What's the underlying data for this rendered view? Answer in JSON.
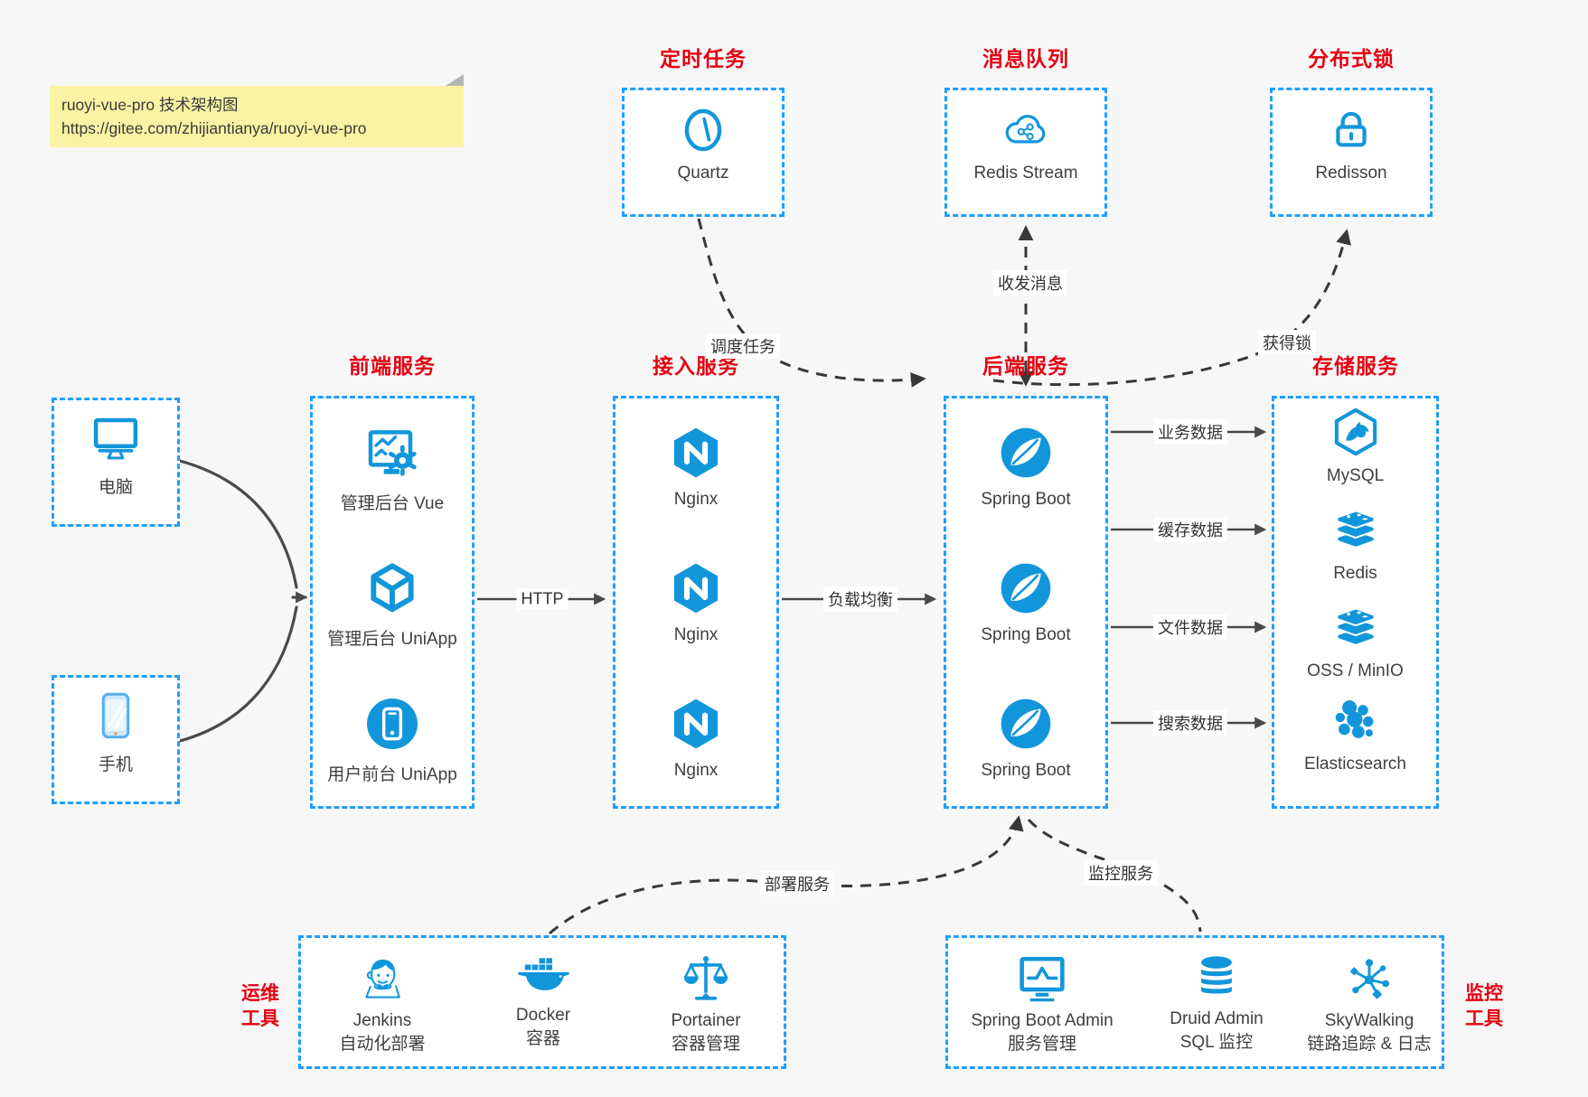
{
  "note": {
    "line1": "ruoyi-vue-pro 技术架构图",
    "line2": "https://gitee.com/zhijiantianya/ruoyi-vue-pro"
  },
  "colors": {
    "box_border": "#1e9fff",
    "icon_blue": "#1296db",
    "title_red": "#e60012",
    "arrow_solid": "#4a4a4a",
    "arrow_dashed": "#383838",
    "note_bg": "#fbf3a4",
    "canvas_bg": "#f7f7f7"
  },
  "scheduler": {
    "title": "定时任务",
    "item": {
      "label": "Quartz",
      "icon": "clock-icon"
    }
  },
  "mq": {
    "title": "消息队列",
    "item": {
      "label": "Redis Stream",
      "icon": "cloud-share-icon"
    }
  },
  "lock": {
    "title": "分布式锁",
    "item": {
      "label": "Redisson",
      "icon": "lock-icon"
    }
  },
  "clients": {
    "items": [
      {
        "label": "电脑",
        "icon": "desktop-icon"
      },
      {
        "label": "手机",
        "icon": "phone-icon"
      }
    ]
  },
  "frontend": {
    "title": "前端服务",
    "items": [
      {
        "label": "管理后台 Vue",
        "icon": "admin-vue-icon"
      },
      {
        "label": "管理后台 UniApp",
        "icon": "uniapp-cube-icon"
      },
      {
        "label": "用户前台 UniApp",
        "icon": "mobile-app-circle-icon"
      }
    ]
  },
  "gateway": {
    "title": "接入服务",
    "items": [
      {
        "label": "Nginx",
        "icon": "nginx-icon"
      },
      {
        "label": "Nginx",
        "icon": "nginx-icon"
      },
      {
        "label": "Nginx",
        "icon": "nginx-icon"
      }
    ]
  },
  "backend": {
    "title": "后端服务",
    "items": [
      {
        "label": "Spring Boot",
        "icon": "spring-icon"
      },
      {
        "label": "Spring Boot",
        "icon": "spring-icon"
      },
      {
        "label": "Spring Boot",
        "icon": "spring-icon"
      }
    ]
  },
  "storage": {
    "title": "存储服务",
    "items": [
      {
        "label": "MySQL",
        "icon": "mysql-icon"
      },
      {
        "label": "Redis",
        "icon": "redis-stack-icon"
      },
      {
        "label": "OSS / MinIO",
        "icon": "object-storage-icon"
      },
      {
        "label": "Elasticsearch",
        "icon": "elasticsearch-icon"
      }
    ]
  },
  "ops": {
    "title_line1": "运维",
    "title_line2": "工具",
    "items": [
      {
        "name": "Jenkins",
        "desc": "自动化部署",
        "icon": "jenkins-icon"
      },
      {
        "name": "Docker",
        "desc": "容器",
        "icon": "docker-icon"
      },
      {
        "name": "Portainer",
        "desc": "容器管理",
        "icon": "portainer-icon"
      }
    ]
  },
  "monitoring": {
    "title_line1": "监控",
    "title_line2": "工具",
    "items": [
      {
        "name": "Spring Boot Admin",
        "desc": "服务管理",
        "icon": "spring-boot-admin-icon"
      },
      {
        "name": "Druid Admin",
        "desc": "SQL 监控",
        "icon": "druid-icon"
      },
      {
        "name": "SkyWalking",
        "desc": "链路追踪 & 日志",
        "icon": "skywalking-icon"
      }
    ]
  },
  "edges": {
    "http": "HTTP",
    "load_balance": "负载均衡",
    "business_data": "业务数据",
    "cache_data": "缓存数据",
    "file_data": "文件数据",
    "search_data": "搜索数据",
    "schedule_task": "调度任务",
    "send_receive_message": "收发消息",
    "acquire_lock": "获得锁",
    "deploy_service": "部署服务",
    "monitor_service": "监控服务"
  }
}
